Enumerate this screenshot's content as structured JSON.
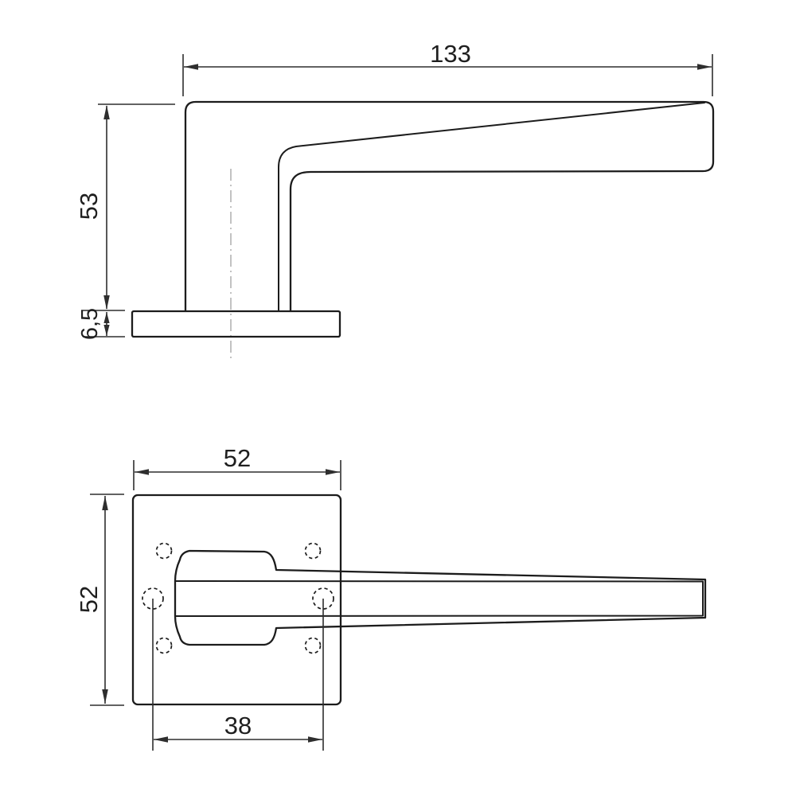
{
  "side_view": {
    "length_label": "133",
    "height_label": "53",
    "base_thickness_label": "6,5"
  },
  "front_view": {
    "width_label": "52",
    "height_label": "52",
    "hole_spacing_label": "38"
  },
  "colors": {
    "object_line": "#1c1c1c",
    "dimension_line": "#2e2e2e",
    "center_line": "#a8a8a8",
    "text": "#1f1f1f",
    "background": "#ffffff"
  }
}
